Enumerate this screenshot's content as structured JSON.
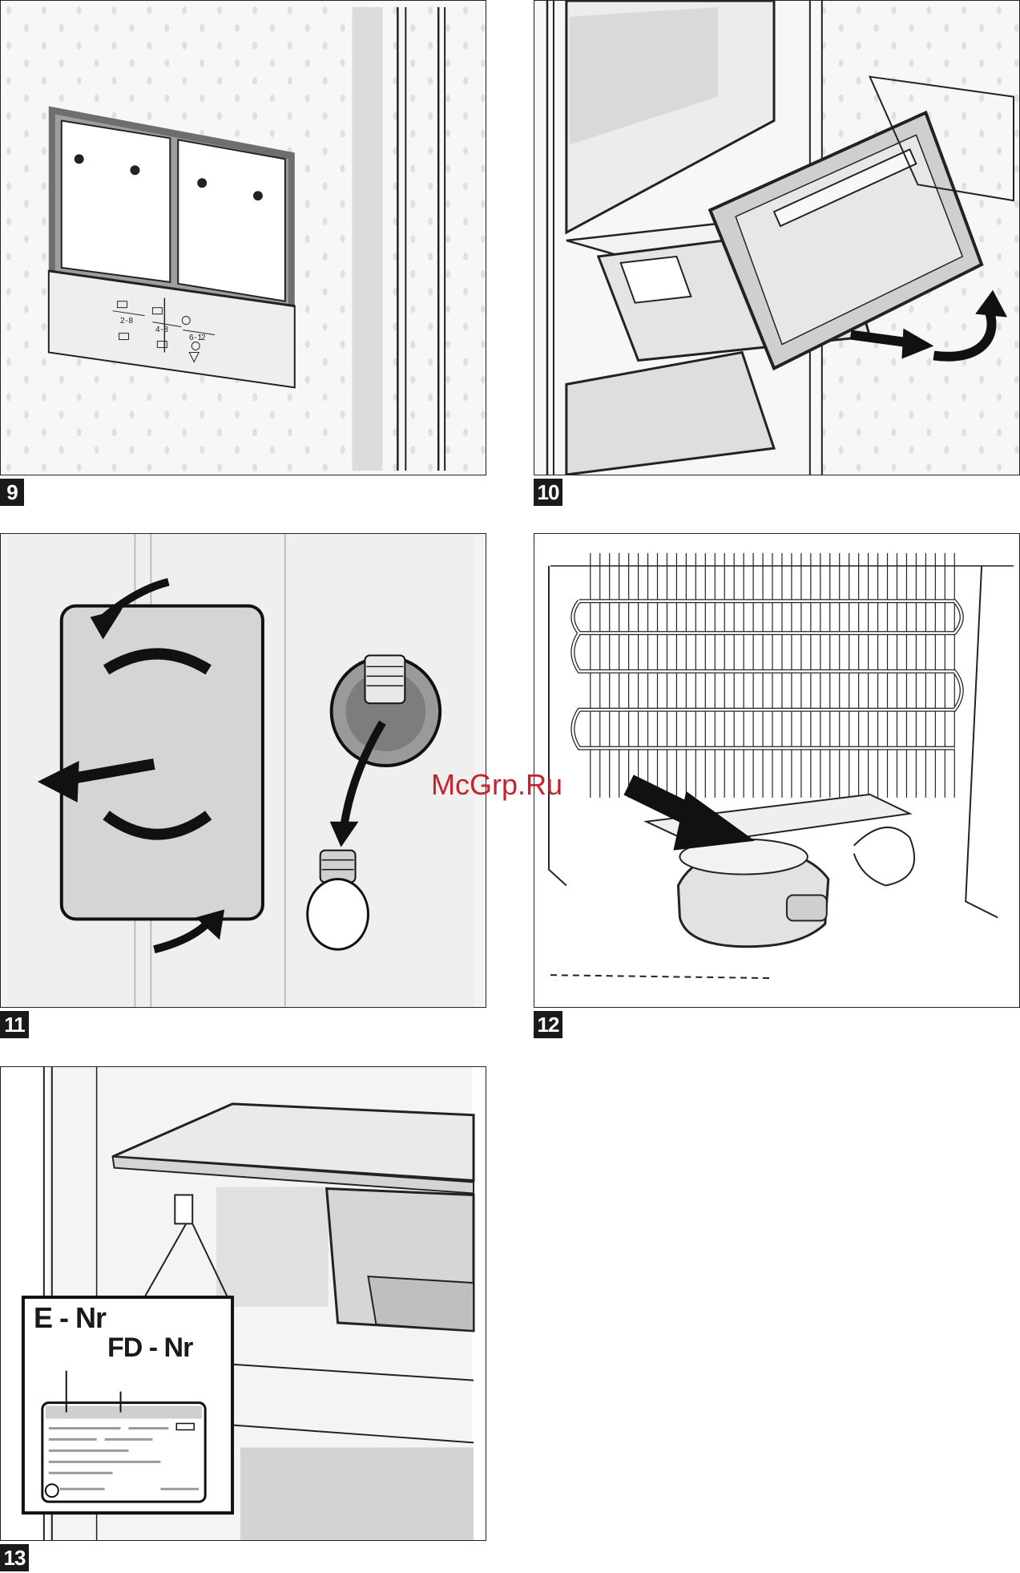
{
  "figures": [
    {
      "number": "9",
      "illustration": "thermostat-dial-panel"
    },
    {
      "number": "10",
      "illustration": "freezer-drawer-removal"
    },
    {
      "number": "11",
      "illustration": "lamp-cover-and-bulb-change"
    },
    {
      "number": "12",
      "illustration": "condenser-and-drip-tray"
    },
    {
      "number": "13",
      "illustration": "rating-plate-location"
    }
  ],
  "dial_markings": {
    "range_a": "2 - 8",
    "range_b": "4 - 8",
    "range_c": "6 - 12"
  },
  "rating_plate": {
    "e_nr_label": "E - Nr",
    "fd_nr_label": "FD - Nr"
  },
  "watermark": "McGrp.Ru",
  "colors": {
    "ink": "#1a1a1a",
    "panel_bg": "#f7f7f7",
    "shade": "#d9d9d9",
    "watermark": "#c8232c"
  }
}
